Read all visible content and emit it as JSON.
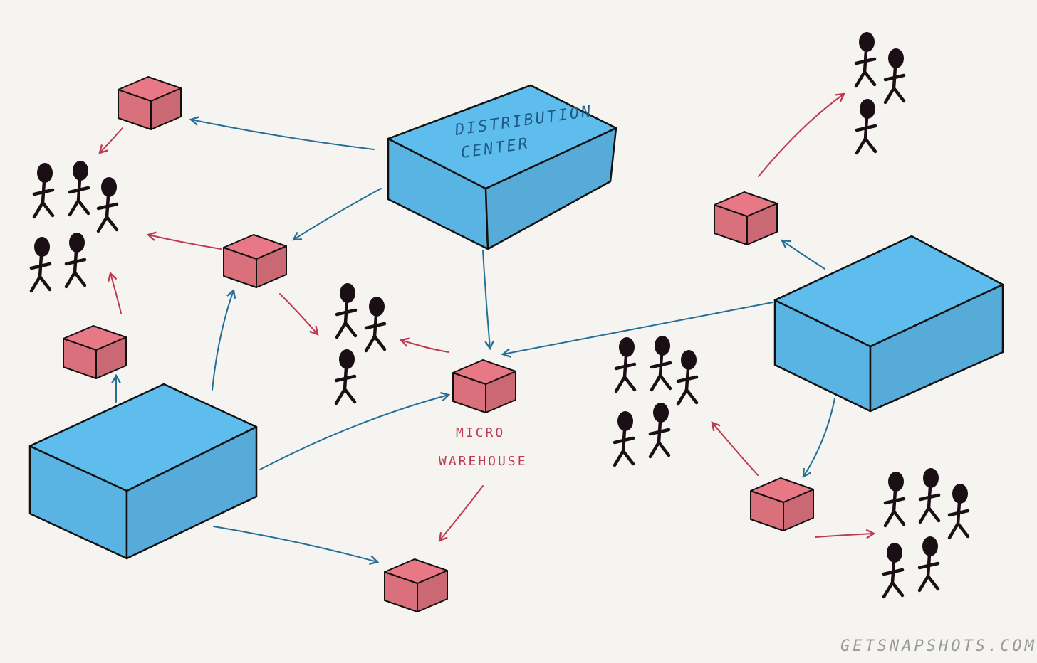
{
  "labels": {
    "distribution_line1": "DISTRIBUTION",
    "distribution_line2": "CENTER",
    "micro_line1": "MICRO",
    "micro_line2": "WAREHOUSE",
    "watermark": "GETSNAPSHOTS.COM"
  },
  "colors": {
    "distribution_center": "#5ab4e3",
    "micro_warehouse": "#d9707c",
    "customer": "#1a0f14",
    "supply_arrow": "#276e96",
    "delivery_arrow": "#c0394f",
    "outline": "#111111",
    "background": "#f5f4f1"
  },
  "icons": [
    "distribution-center-icon",
    "micro-warehouse-icon",
    "customer-icon",
    "arrow-icon"
  ]
}
